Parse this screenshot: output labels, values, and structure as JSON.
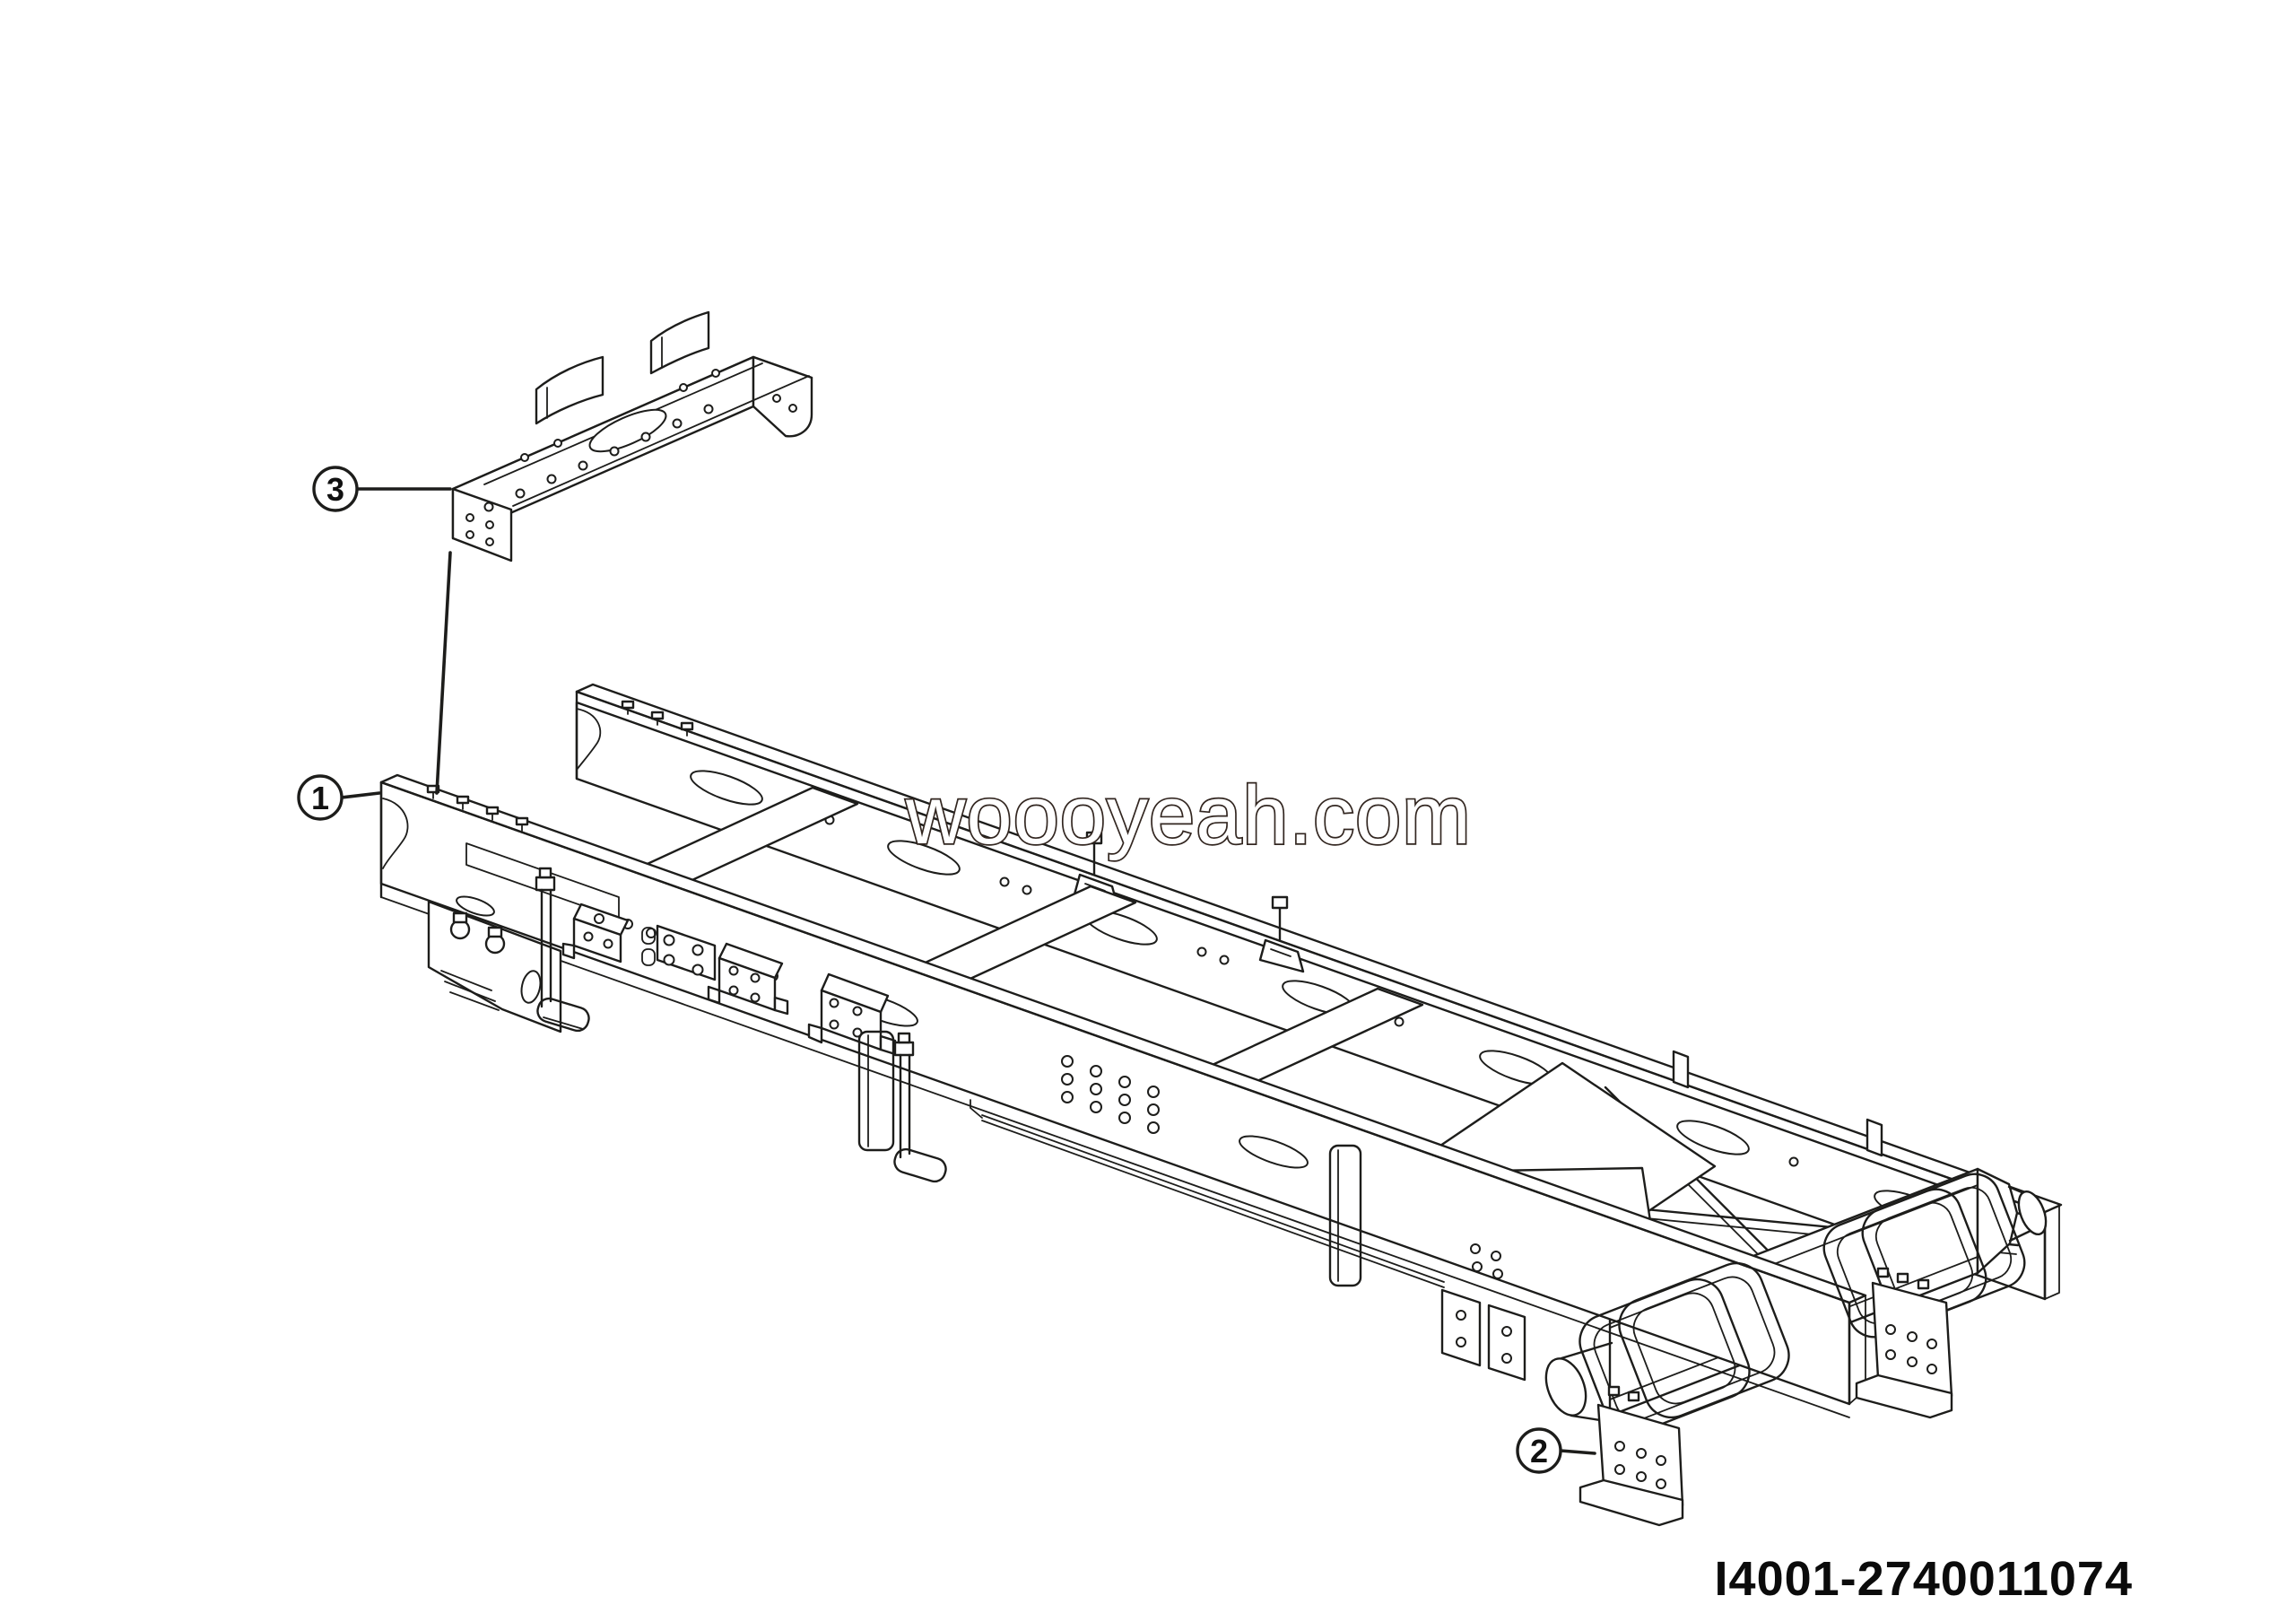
{
  "diagram": {
    "watermark": "woooyeah.com",
    "part_number": "I4001-2740011074",
    "callouts": [
      {
        "label": "1"
      },
      {
        "label": "2"
      },
      {
        "label": "3"
      }
    ],
    "colors": {
      "background": "#ffffff",
      "line": "#1d1d1b",
      "watermark_outline": "#322620"
    }
  }
}
